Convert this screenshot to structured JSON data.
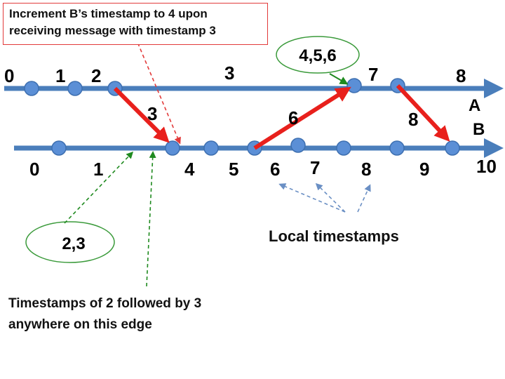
{
  "callouts": {
    "top": [
      "Increment B’s timestamp to 4 upon",
      "receiving message with timestamp 3"
    ],
    "bottom": [
      "Timestamps of 2 followed by 3",
      "anywhere on this edge"
    ],
    "local": "Local timestamps",
    "bubble_b": "2,3",
    "bubble_a": "4,5,6"
  },
  "process_labels": {
    "a": "A",
    "b": "B"
  },
  "timeline_a": {
    "top_numbers": [
      "0",
      "1",
      "2",
      "3",
      "7",
      "8"
    ]
  },
  "timeline_b": {
    "bottom_numbers": [
      "0",
      "1",
      "4",
      "5",
      "6",
      "7",
      "8",
      "9",
      "10"
    ]
  },
  "messages": [
    {
      "label": "3"
    },
    {
      "label": "6"
    },
    {
      "label": "8"
    }
  ],
  "colors": {
    "timeline": "#4a7ebb",
    "dot": "#5b8fd6",
    "message_arrow": "#e8201c",
    "red_dashed": "#e23a3a",
    "green_dashed": "#1f8a1f",
    "blue_dashed": "#6a8fc4",
    "bubble_border": "#3a9a3a"
  }
}
